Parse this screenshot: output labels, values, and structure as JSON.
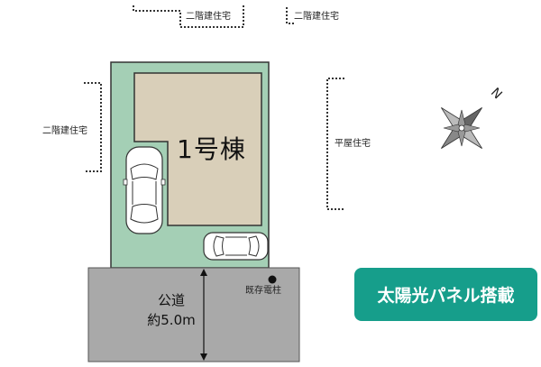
{
  "neighbors": {
    "top_left": "二階建住宅",
    "top_right": "二階建住宅",
    "left": "二階建住宅",
    "right": "平屋住宅"
  },
  "building": {
    "name": "1号棟"
  },
  "road": {
    "line1": "公道",
    "line2": "約5.0m"
  },
  "pole": {
    "label": "既存電柱"
  },
  "compass": {
    "north": "N"
  },
  "badge": {
    "text": "太陽光パネル搭載"
  },
  "colors": {
    "lot": "#a4cfb5",
    "building": "#d9cfb9",
    "road": "#a9a9a9",
    "badge": "#169e8b"
  }
}
